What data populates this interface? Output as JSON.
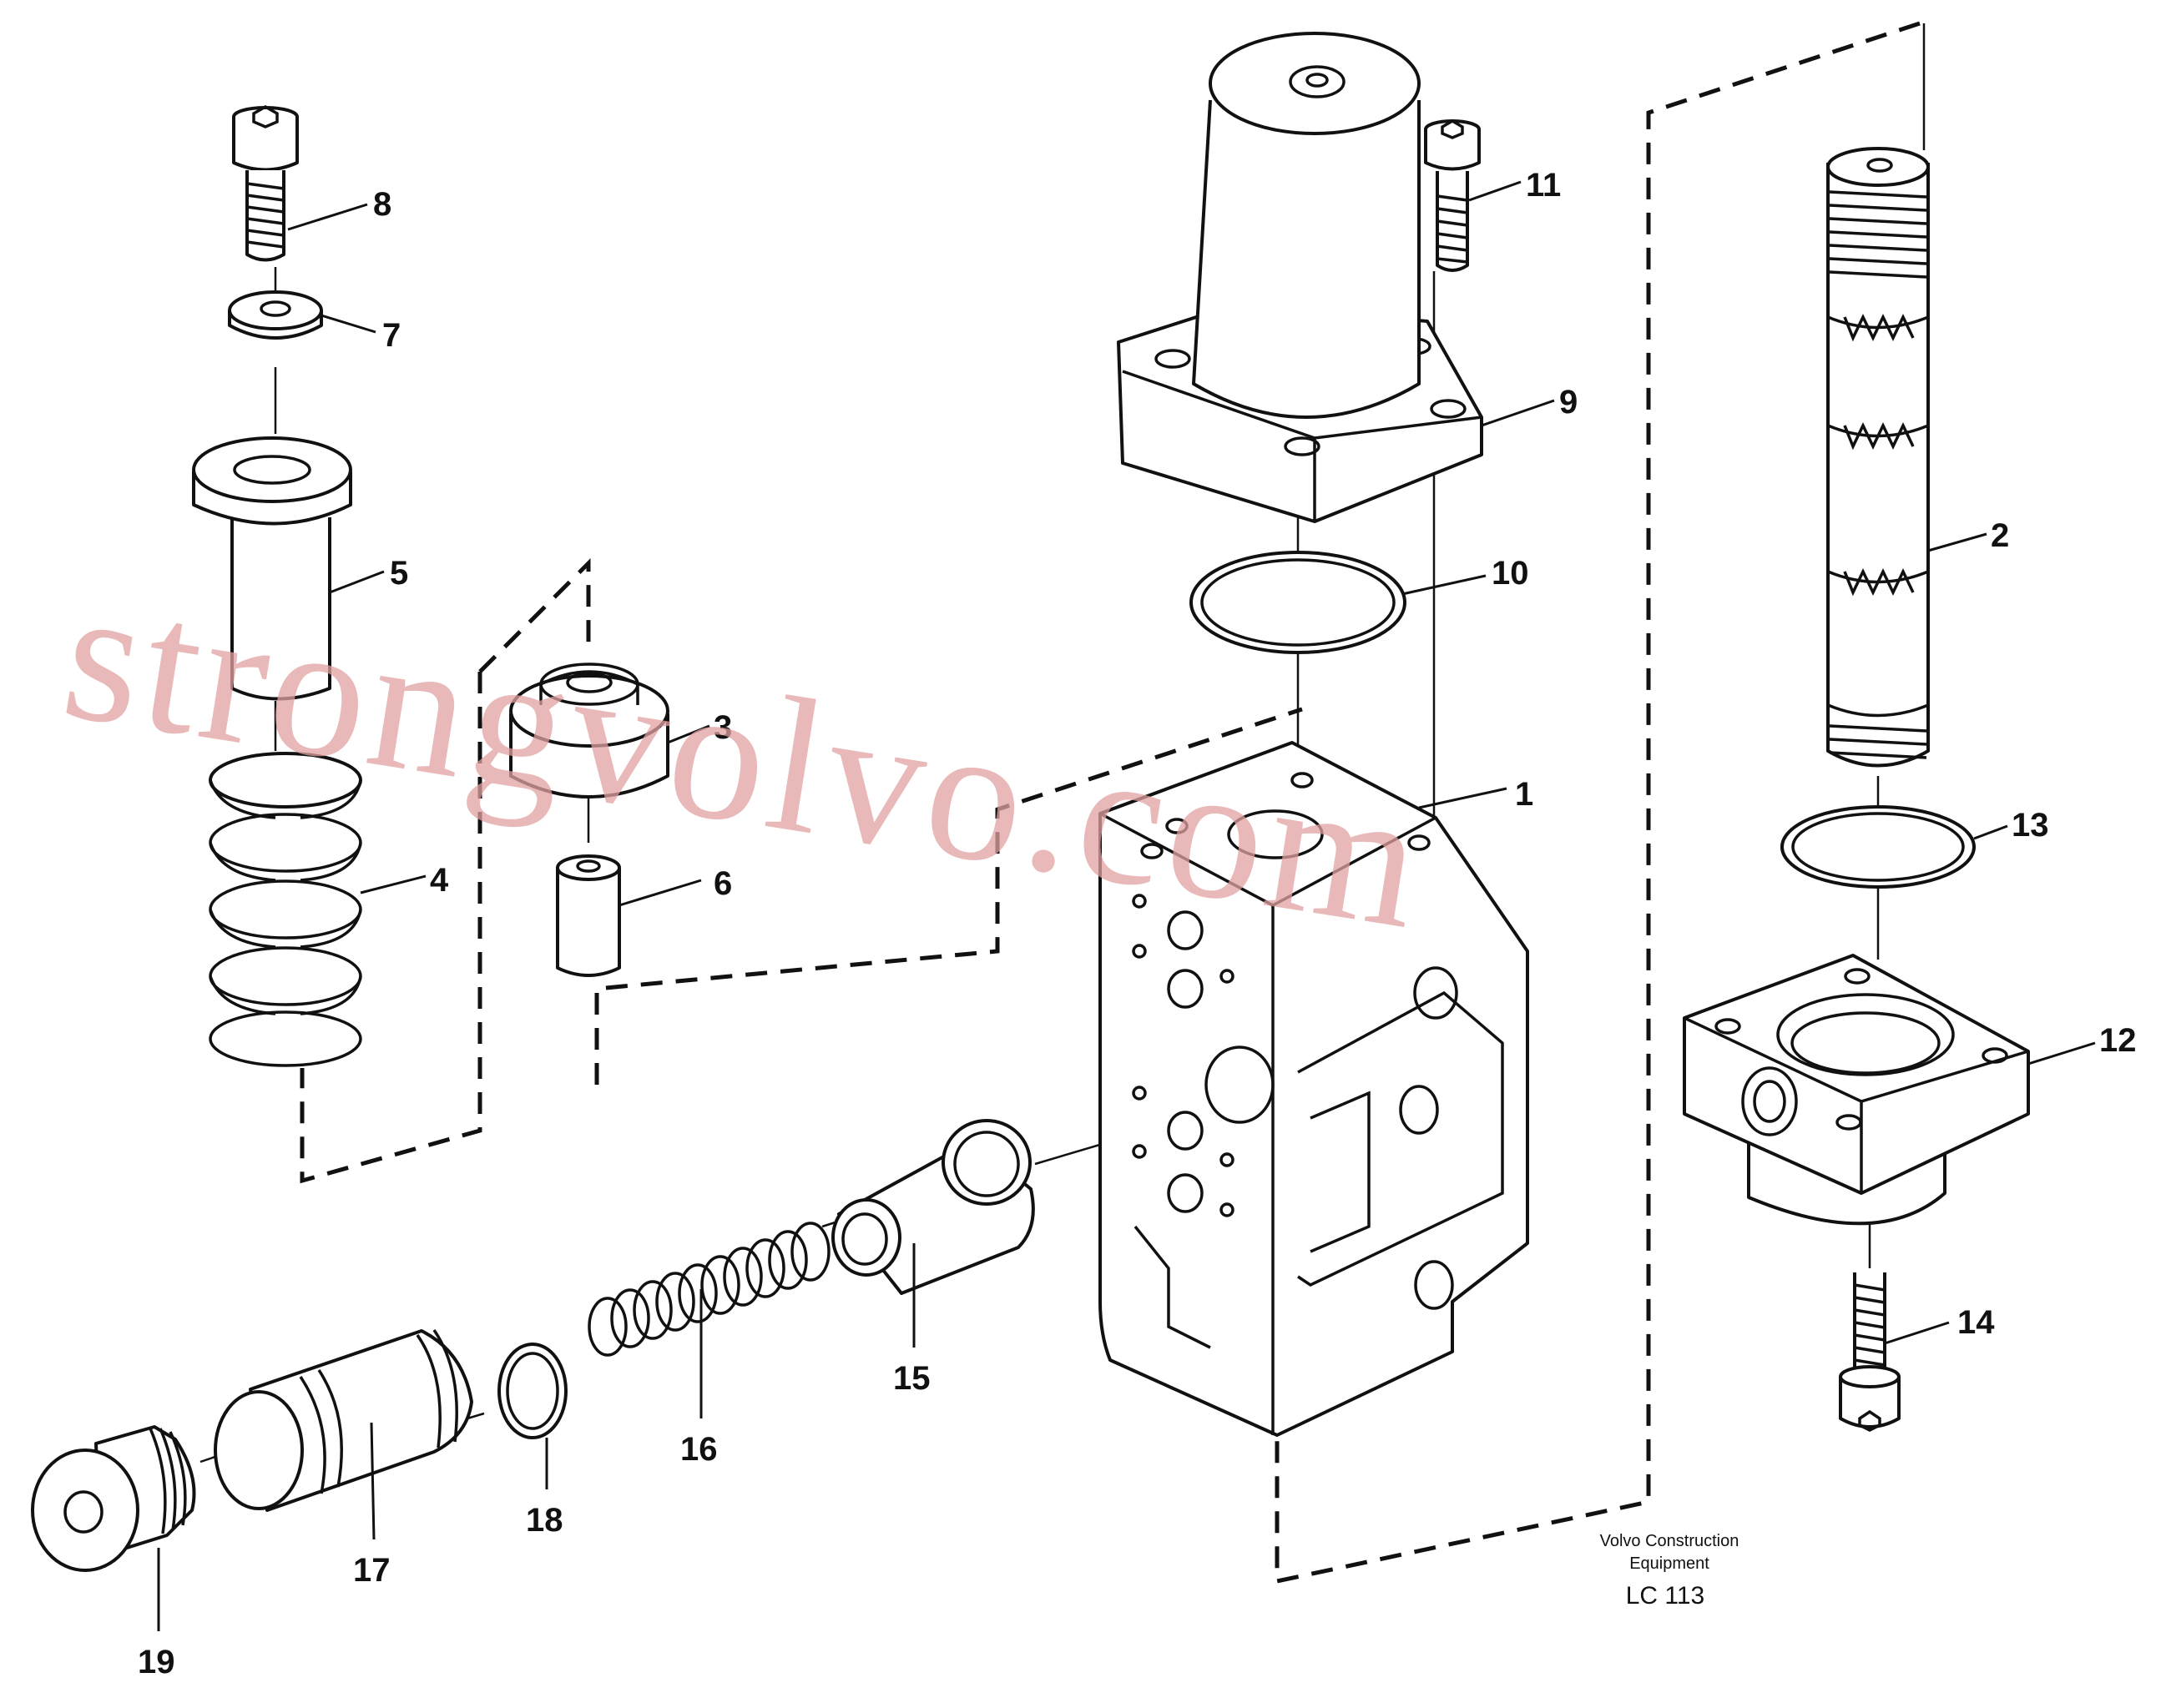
{
  "diagram": {
    "callouts": [
      "1",
      "2",
      "3",
      "4",
      "5",
      "6",
      "7",
      "8",
      "9",
      "10",
      "11",
      "12",
      "13",
      "14",
      "15",
      "16",
      "17",
      "18",
      "19"
    ],
    "caption": {
      "maker_line1": "Volvo Construction",
      "maker_line2": "Equipment",
      "code": "LC 113"
    },
    "watermark": "strongvolvo.com"
  },
  "colors": {
    "ink": "#111111",
    "watermark": "#e2a2a2",
    "background": "#ffffff"
  }
}
